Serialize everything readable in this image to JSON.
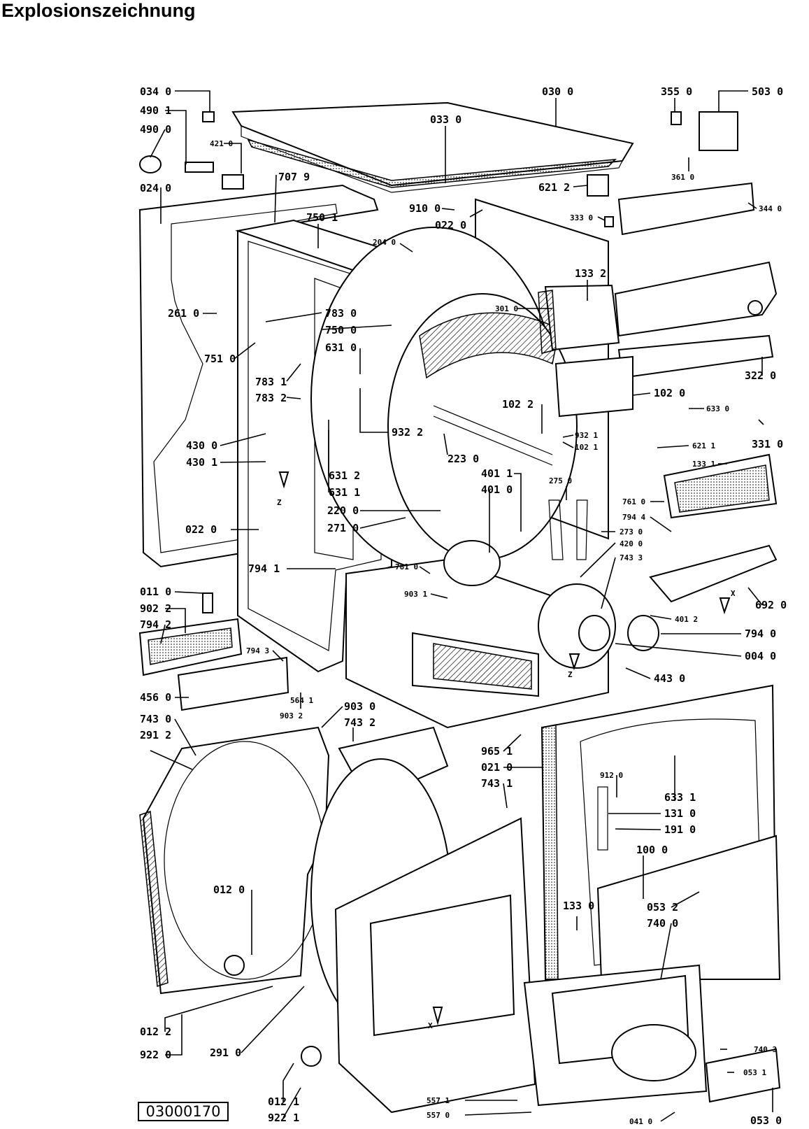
{
  "title": "Explosionszeichnung",
  "document_number": "03000170",
  "markers": {
    "z": "Z",
    "x": "X"
  },
  "callouts": [
    {
      "id": "c01",
      "text": "034 0"
    },
    {
      "id": "c02",
      "text": "490 1"
    },
    {
      "id": "c03",
      "text": "490 0"
    },
    {
      "id": "c04",
      "text": "421 0"
    },
    {
      "id": "c05",
      "text": "024 0"
    },
    {
      "id": "c06",
      "text": "707 9"
    },
    {
      "id": "c07",
      "text": "030 0"
    },
    {
      "id": "c08",
      "text": "033 0"
    },
    {
      "id": "c09",
      "text": "355 0"
    },
    {
      "id": "c10",
      "text": "503 0"
    },
    {
      "id": "c11",
      "text": "361 0"
    },
    {
      "id": "c12",
      "text": "621 2"
    },
    {
      "id": "c13",
      "text": "344 0"
    },
    {
      "id": "c14",
      "text": "333 0"
    },
    {
      "id": "c15",
      "text": "910 0"
    },
    {
      "id": "c16",
      "text": "022 0"
    },
    {
      "id": "c17",
      "text": "750 1"
    },
    {
      "id": "c18",
      "text": "204 0"
    },
    {
      "id": "c19",
      "text": "133 2"
    },
    {
      "id": "c20",
      "text": "301 0"
    },
    {
      "id": "c21",
      "text": "261 0"
    },
    {
      "id": "c22",
      "text": "783 0"
    },
    {
      "id": "c23",
      "text": "750 0"
    },
    {
      "id": "c24",
      "text": "631 0"
    },
    {
      "id": "c25",
      "text": "751 0"
    },
    {
      "id": "c26",
      "text": "322 0"
    },
    {
      "id": "c27",
      "text": "102 0"
    },
    {
      "id": "c28",
      "text": "783 1"
    },
    {
      "id": "c29",
      "text": "783 2"
    },
    {
      "id": "c30",
      "text": "102 2"
    },
    {
      "id": "c31",
      "text": "633 0"
    },
    {
      "id": "c32",
      "text": "932 2"
    },
    {
      "id": "c33",
      "text": "932 1"
    },
    {
      "id": "c34",
      "text": "102 1"
    },
    {
      "id": "c35",
      "text": "331 0"
    },
    {
      "id": "c36",
      "text": "430 0"
    },
    {
      "id": "c37",
      "text": "430 1"
    },
    {
      "id": "c38",
      "text": "223 0"
    },
    {
      "id": "c39",
      "text": "621 1"
    },
    {
      "id": "c40",
      "text": "133 1"
    },
    {
      "id": "c41",
      "text": "631 2"
    },
    {
      "id": "c42",
      "text": "401 1"
    },
    {
      "id": "c43",
      "text": "401 0"
    },
    {
      "id": "c44",
      "text": "275 0"
    },
    {
      "id": "c45",
      "text": "631 1"
    },
    {
      "id": "c46",
      "text": "220 0"
    },
    {
      "id": "c47",
      "text": "271 0"
    },
    {
      "id": "c48",
      "text": "761 0"
    },
    {
      "id": "c49",
      "text": "794 4"
    },
    {
      "id": "c50",
      "text": "273 0"
    },
    {
      "id": "c51",
      "text": "022 0"
    },
    {
      "id": "c52",
      "text": "420 0"
    },
    {
      "id": "c53",
      "text": "743 3"
    },
    {
      "id": "c54",
      "text": "781 0"
    },
    {
      "id": "c55",
      "text": "794 1"
    },
    {
      "id": "c56",
      "text": "903 1"
    },
    {
      "id": "c57",
      "text": "011 0"
    },
    {
      "id": "c58",
      "text": "692 0"
    },
    {
      "id": "c59",
      "text": "902 2"
    },
    {
      "id": "c60",
      "text": "794 2"
    },
    {
      "id": "c61",
      "text": "401 2"
    },
    {
      "id": "c62",
      "text": "794 0"
    },
    {
      "id": "c63",
      "text": "794 3"
    },
    {
      "id": "c64",
      "text": "004 0"
    },
    {
      "id": "c65",
      "text": "443 0"
    },
    {
      "id": "c66",
      "text": "456 0"
    },
    {
      "id": "c67",
      "text": "564 1"
    },
    {
      "id": "c68",
      "text": "903 2"
    },
    {
      "id": "c69",
      "text": "903 0"
    },
    {
      "id": "c70",
      "text": "743 0"
    },
    {
      "id": "c71",
      "text": "743 2"
    },
    {
      "id": "c72",
      "text": "291 2"
    },
    {
      "id": "c73",
      "text": "965 1"
    },
    {
      "id": "c74",
      "text": "021 0"
    },
    {
      "id": "c75",
      "text": "743 1"
    },
    {
      "id": "c76",
      "text": "912 0"
    },
    {
      "id": "c77",
      "text": "633 1"
    },
    {
      "id": "c78",
      "text": "131 0"
    },
    {
      "id": "c79",
      "text": "191 0"
    },
    {
      "id": "c80",
      "text": "100 0"
    },
    {
      "id": "c81",
      "text": "012 0"
    },
    {
      "id": "c82",
      "text": "133 0"
    },
    {
      "id": "c83",
      "text": "053 2"
    },
    {
      "id": "c84",
      "text": "740 0"
    },
    {
      "id": "c85",
      "text": "740 3"
    },
    {
      "id": "c86",
      "text": "012 2"
    },
    {
      "id": "c87",
      "text": "922 0"
    },
    {
      "id": "c88",
      "text": "291 0"
    },
    {
      "id": "c89",
      "text": "053 1"
    },
    {
      "id": "c90",
      "text": "012 1"
    },
    {
      "id": "c91",
      "text": "922 1"
    },
    {
      "id": "c92",
      "text": "557 1"
    },
    {
      "id": "c93",
      "text": "557 0"
    },
    {
      "id": "c94",
      "text": "041 0"
    },
    {
      "id": "c95",
      "text": "053 0"
    }
  ]
}
